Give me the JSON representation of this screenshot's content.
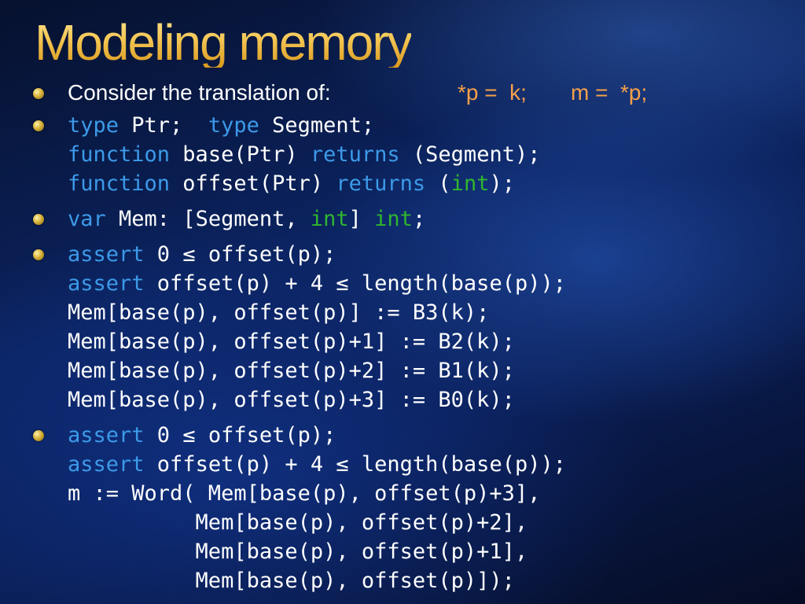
{
  "title": "Modeling memory",
  "intro": {
    "label": "Consider the translation of:",
    "stmt1": "*p =  k;",
    "stmt2": "m =  *p;"
  },
  "b2": {
    "l1_kw1": "type",
    "l1_t1": " Ptr;  ",
    "l1_kw2": "type",
    "l1_t2": " Segment;",
    "l2_kw1": "function",
    "l2_t1": " base(Ptr) ",
    "l2_kw2": "returns",
    "l2_t2": " (Segment);",
    "l3_kw1": "function",
    "l3_t1": " offset(Ptr) ",
    "l3_kw2": "returns",
    "l3_t2": " (",
    "l3_ty": "int",
    "l3_t3": ");"
  },
  "b3": {
    "kw": "var",
    "t1": " Mem: [Segment, ",
    "ty1": "int",
    "t2": "] ",
    "ty2": "int",
    "t3": ";"
  },
  "b4": {
    "l1_kw": "assert",
    "l1_t": " 0 ≤ offset(p);",
    "l2_kw": "assert",
    "l2_t": " offset(p) + 4 ≤ length(base(p));",
    "l3": "Mem[base(p), offset(p)] := B3(k);",
    "l4": "Mem[base(p), offset(p)+1] := B2(k);",
    "l5": "Mem[base(p), offset(p)+2] := B1(k);",
    "l6": "Mem[base(p), offset(p)+3] := B0(k);"
  },
  "b5": {
    "l1_kw": "assert",
    "l1_t": " 0 ≤ offset(p);",
    "l2_kw": "assert",
    "l2_t": " offset(p) + 4 ≤ length(base(p));",
    "l3": "m := Word( Mem[base(p), offset(p)+3],",
    "l4": "          Mem[base(p), offset(p)+2],",
    "l5": "          Mem[base(p), offset(p)+1],",
    "l6": "          Mem[base(p), offset(p)]);"
  },
  "colors": {
    "title": "#f3c552",
    "keyword": "#3c9ae8",
    "type": "#2fb52f",
    "highlight": "#f6a04a",
    "bullet": "#d8b23c"
  },
  "icons": {
    "bullet": "gold-bullet-icon"
  }
}
